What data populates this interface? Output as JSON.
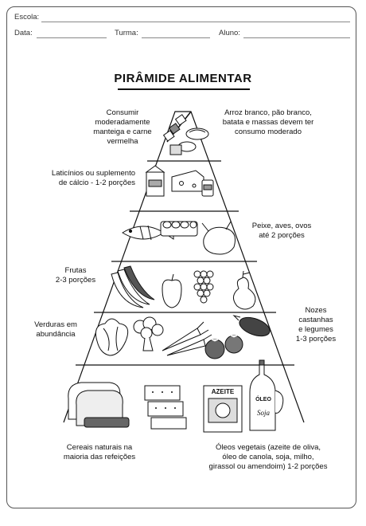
{
  "header": {
    "school_label": "Escola:",
    "date_label": "Data:",
    "class_label": "Turma:",
    "student_label": "Aluno:"
  },
  "title": "PIRÂMIDE ALIMENTAR",
  "labels": {
    "top_left": [
      "Consumir",
      "moderadamente",
      "manteiga e carne",
      "vermelha"
    ],
    "top_right": [
      "Arroz branco, pão branco,",
      "batata e massas devem ter",
      "consumo moderado"
    ],
    "dairy": [
      "Laticínios ou suplemento",
      "de cálcio - 1-2 porções"
    ],
    "protein": [
      "Peixe, aves, ovos",
      "até 2 porções"
    ],
    "fruits": [
      "Frutas",
      "2-3 porções"
    ],
    "nuts": [
      "Nozes",
      "castanhas",
      "e legumes",
      "1-3 porções"
    ],
    "vegetables": [
      "Verduras em",
      "abundância"
    ],
    "cereals": [
      "Cereais naturais na",
      "maioria das refeições"
    ],
    "oils": [
      "Óleos vegetais (azeite de oliva,",
      "óleo de canola, soja, milho,",
      "girassol ou amendoim) 1-2 porções"
    ]
  },
  "product_text": {
    "azeite": "AZEITE",
    "oleo": "ÓLEO",
    "soja": "Soja"
  },
  "icons": [
    "meat-skewer-icon",
    "bread-roll-icon",
    "milk-carton-icon",
    "cheese-icon",
    "yogurt-icon",
    "fish-icon",
    "egg-carton-icon",
    "chicken-icon",
    "banana-icon",
    "apple-icon",
    "grapes-icon",
    "pear-icon",
    "eggplant-icon",
    "lettuce-icon",
    "broccoli-icon",
    "carrot-icon",
    "tomato-icon",
    "bread-slices-icon",
    "crackers-icon",
    "olive-oil-can-icon",
    "oil-bottle-icon"
  ]
}
